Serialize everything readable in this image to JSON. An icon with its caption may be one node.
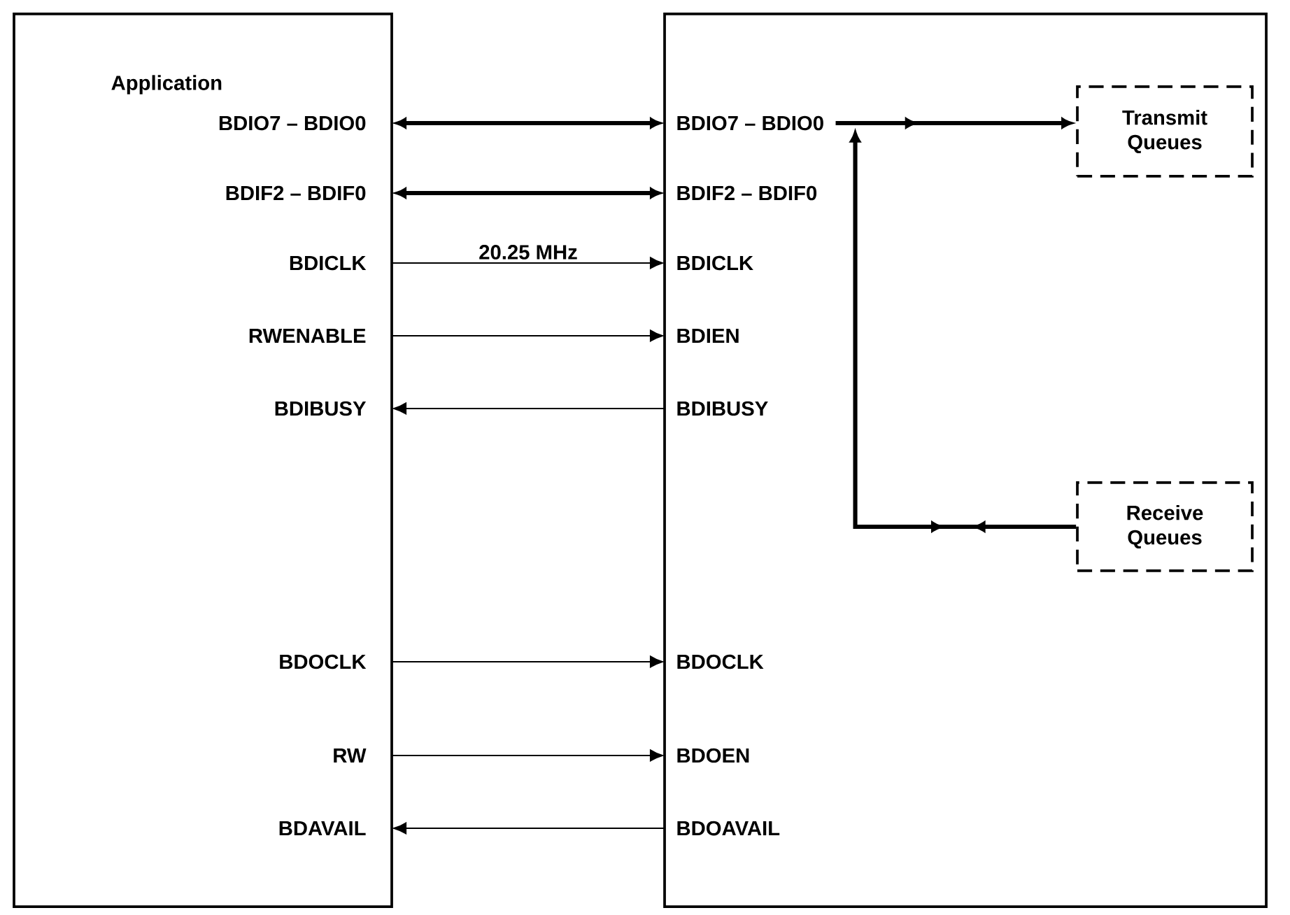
{
  "diagram": {
    "nodes": [
      {
        "text": [
          "Application"
        ]
      },
      {
        "text": [],
        "shape": "box"
      },
      {
        "text": [
          "BDIO7 – BDIO0"
        ],
        "in": 0
      },
      {
        "text": [
          "BDIF2 – BDIF0"
        ],
        "in": 0
      },
      {
        "text": [
          "BDICLK"
        ],
        "in": 0
      },
      {
        "text": [
          "RWENABLE"
        ],
        "in": 0
      },
      {
        "text": [
          "BDIBUSY"
        ],
        "in": 0
      },
      {
        "text": [
          "BDOCLK"
        ],
        "in": 0
      },
      {
        "text": [
          "RW"
        ],
        "in": 0
      },
      {
        "text": [
          "BDAVAIL"
        ],
        "in": 0
      },
      {
        "text": [
          "BDIO7 – BDIO0"
        ],
        "in": 1
      },
      {
        "text": [
          "BDIF2 – BDIF0"
        ],
        "in": 1
      },
      {
        "text": [
          "BDICLK"
        ],
        "in": 1
      },
      {
        "text": [
          "BDIEN"
        ],
        "in": 1
      },
      {
        "text": [
          "BDIBUSY"
        ],
        "in": 1
      },
      {
        "text": [
          "BDOCLK"
        ],
        "in": 1
      },
      {
        "text": [
          "BDOEN"
        ],
        "in": 1
      },
      {
        "text": [
          "BDOAVAIL"
        ],
        "in": 1
      },
      {
        "text": [
          "Transmit Queues"
        ],
        "in": 1
      },
      {
        "text": [
          "Receive Queues"
        ],
        "in": 1
      }
    ],
    "edges": [
      {
        "from": 2,
        "to": 10,
        "arrow": "both",
        "style": "thick"
      },
      {
        "from": 3,
        "to": 11,
        "arrow": "both",
        "style": "thick"
      },
      {
        "from": 4,
        "to": 12,
        "arrow": "to",
        "label": "20.25 MHz"
      },
      {
        "from": 5,
        "to": 13,
        "arrow": "to"
      },
      {
        "from": 14,
        "to": 6,
        "arrow": "to"
      },
      {
        "from": 7,
        "to": 15,
        "arrow": "to"
      },
      {
        "from": 8,
        "to": 16,
        "arrow": "to"
      },
      {
        "from": 17,
        "to": 9,
        "arrow": "to"
      },
      {
        "from": 10,
        "to": 18,
        "arrow": "to",
        "style": "thick"
      },
      {
        "from": 19,
        "to": 10,
        "arrow": "to",
        "style": "thick"
      }
    ]
  }
}
